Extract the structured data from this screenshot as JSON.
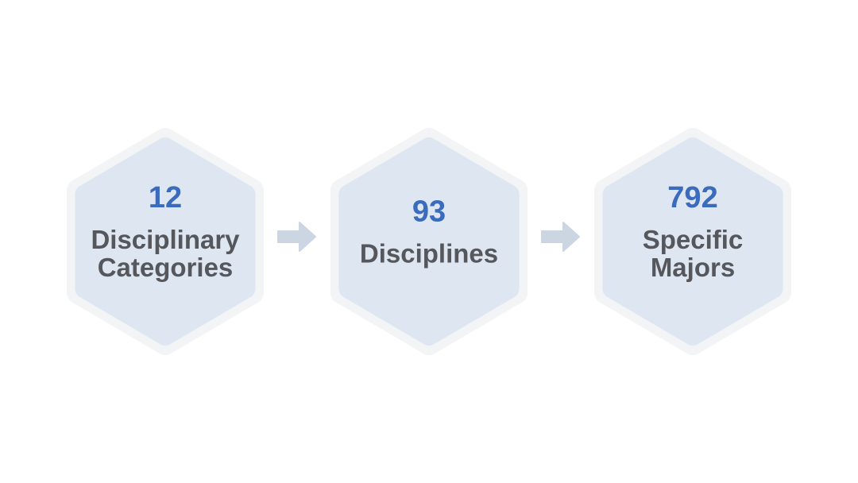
{
  "diagram": {
    "nodes": [
      {
        "number": "12",
        "label": "Disciplinary Categories",
        "name": "disciplinary-categories"
      },
      {
        "number": "93",
        "label": "Disciplines",
        "name": "disciplines"
      },
      {
        "number": "792",
        "label": "Specific Majors",
        "name": "specific-majors"
      }
    ],
    "connectors": [
      {
        "type": "right-arrow"
      },
      {
        "type": "right-arrow"
      }
    ],
    "colors": {
      "number_text": "#3a6bbc",
      "label_text": "#55575c",
      "hexagon_fill": "#dde6f1",
      "hexagon_halo": "#f2f4f6",
      "arrow": "#ccd6e3",
      "background": "#ffffff"
    }
  }
}
